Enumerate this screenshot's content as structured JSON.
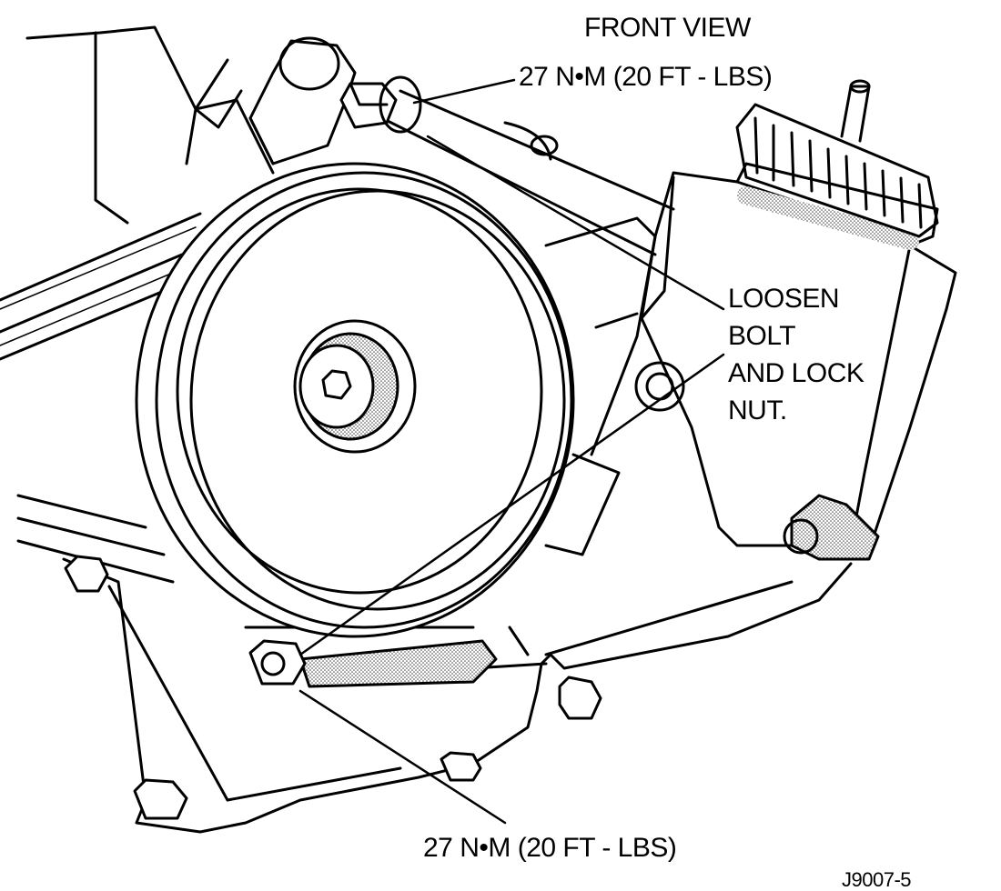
{
  "view_title": "FRONT VIEW",
  "callouts": {
    "torque_top": "27 N•M (20 FT - LBS)",
    "loosen_lines": [
      "LOOSEN",
      "BOLT",
      "AND LOCK",
      "NUT."
    ],
    "torque_bottom": "27 N•M (20 FT - LBS)"
  },
  "figure_code": "J9007-5"
}
